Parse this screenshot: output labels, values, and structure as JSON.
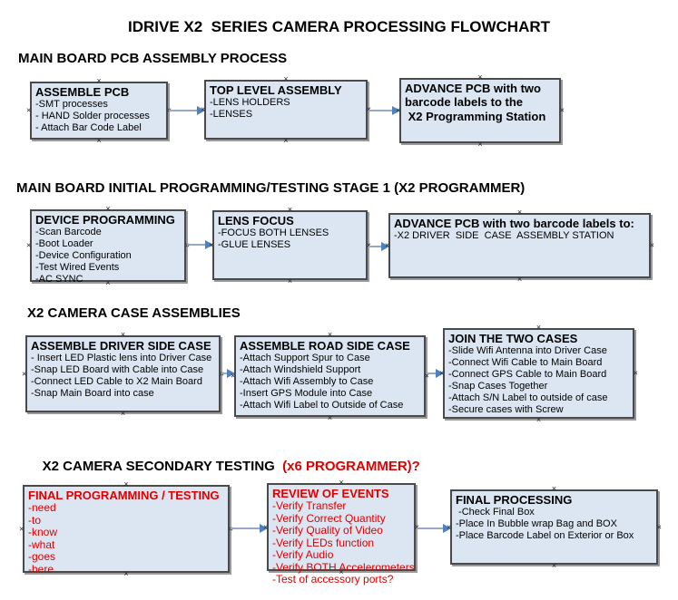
{
  "title": "IDRIVE X2  SERIES CAMERA PROCESSING FLOWCHART",
  "colors": {
    "box_fill": "#dce6f2",
    "box_border": "#4a4a4a",
    "highlight_red": "#dd0000",
    "arrow_line": "#93a9c7",
    "arrow_head": "#4f81bd"
  },
  "sections": [
    {
      "header": "MAIN BOARD PCB ASSEMBLY PROCESS",
      "boxes": [
        {
          "title": "ASSEMBLE PCB",
          "lines": [
            "-SMT processes",
            "- HAND Solder processes",
            "- Attach Bar Code Label"
          ]
        },
        {
          "title": "TOP LEVEL ASSEMBLY",
          "lines": [
            "-LENS HOLDERS",
            "-LENSES"
          ]
        },
        {
          "title": "ADVANCE PCB with two",
          "lines": [
            "barcode labels to the",
            " X2 Programming Station"
          ]
        }
      ]
    },
    {
      "header": "MAIN BOARD INITIAL PROGRAMMING/TESTING STAGE 1 (X2 PROGRAMMER)",
      "boxes": [
        {
          "title": "DEVICE PROGRAMMING",
          "lines": [
            "-Scan Barcode",
            "-Boot Loader",
            "-Device Configuration",
            "-Test Wired Events",
            "-AC SYNC"
          ]
        },
        {
          "title": "LENS FOCUS",
          "lines": [
            "-FOCUS BOTH LENSES",
            "-GLUE LENSES"
          ]
        },
        {
          "title": "ADVANCE PCB with two barcode labels to:",
          "lines": [
            "-X2 DRIVER  SIDE  CASE  ASSEMBLY STATION"
          ]
        }
      ]
    },
    {
      "header": "X2 CAMERA CASE ASSEMBLIES",
      "boxes": [
        {
          "title": "ASSEMBLE DRIVER SIDE CASE",
          "lines": [
            "- Insert LED Plastic lens into Driver Case",
            "-Snap LED Board with Cable into Case",
            "-Connect LED Cable to X2 Main Board",
            "-Snap Main Board into case"
          ]
        },
        {
          "title": "ASSEMBLE ROAD SIDE CASE",
          "lines": [
            "-Attach Support Spur to Case",
            "-Attach Windshield Support",
            "-Attach Wifi Assembly to Case",
            "-Insert GPS Module into Case",
            "-Attach Wifi Label to Outside of Case"
          ]
        },
        {
          "title": "JOIN THE TWO CASES",
          "lines": [
            "-Slide Wifi Antenna into Driver Case",
            "-Connect Wifi Cable to Main Board",
            "-Connect GPS Cable to Main Board",
            "-Snap Cases Together",
            "-Attach S/N Label to outside of case",
            "-Secure cases with Screw"
          ]
        }
      ]
    },
    {
      "header": "X2 CAMERA SECONDARY TESTING ",
      "header_highlight": " (x6 PROGRAMMER)?",
      "boxes": [
        {
          "title": "FINAL PROGRAMMING / TESTING",
          "lines": [
            "-need",
            "-to",
            "-know",
            "-what",
            "-goes",
            "-here"
          ]
        },
        {
          "title": "REVIEW OF EVENTS",
          "lines": [
            "-Verify Transfer",
            "-Verify Correct Quantity",
            "-Verify Quality of Video",
            "-Verify LEDs function",
            "-Verify Audio",
            "-Verify BOTH Accelerometers",
            "-Test of accessory ports?"
          ]
        },
        {
          "title": "FINAL PROCESSING",
          "lines": [
            " -Check Final Box",
            "-Place In Bubble wrap Bag and BOX",
            "-Place Barcode Label on Exterior or Box"
          ]
        }
      ]
    }
  ]
}
